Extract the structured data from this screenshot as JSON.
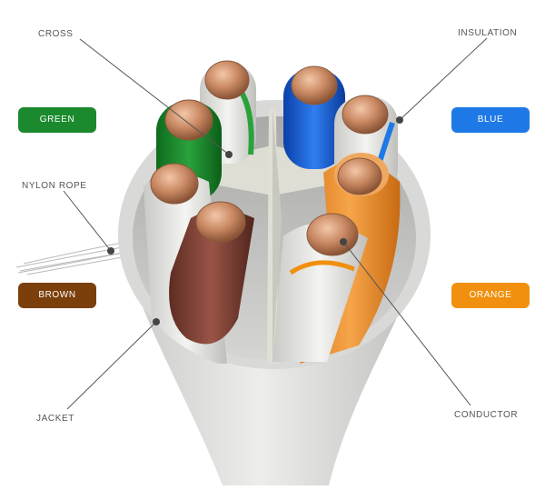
{
  "callouts": {
    "cross": "CROSS",
    "insulation": "INSULATION",
    "nylon_rope": "NYLON ROPE",
    "jacket": "JACKET",
    "conductor": "CONDUCTOR"
  },
  "badges": {
    "green": {
      "label": "GREEN",
      "color": "#1b8a2e"
    },
    "blue": {
      "label": "BLUE",
      "color": "#1e79e6"
    },
    "brown": {
      "label": "BROWN",
      "color": "#7a3f0a"
    },
    "orange": {
      "label": "ORANGE",
      "color": "#f0900e"
    }
  },
  "colors": {
    "jacket": "#d8d8d6",
    "copper": "#c98963",
    "insulation_white": "#e9e9e6",
    "leader_line": "#555555"
  }
}
